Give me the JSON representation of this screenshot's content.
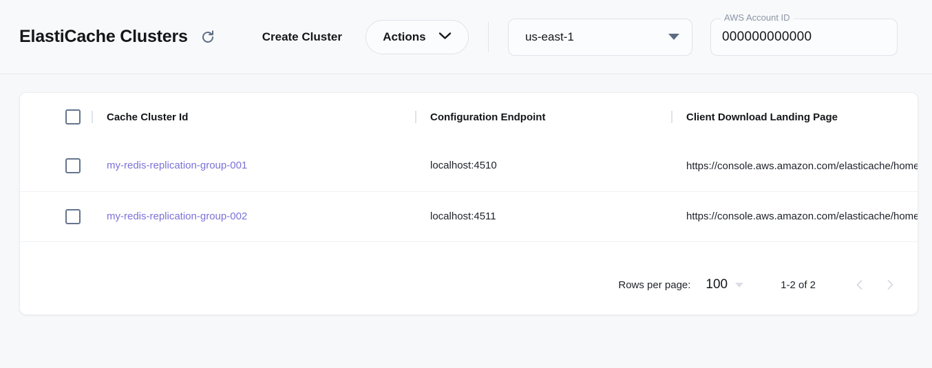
{
  "header": {
    "title": "ElastiCache Clusters",
    "refresh_icon": "refresh-icon",
    "create_cluster_label": "Create Cluster",
    "actions_label": "Actions",
    "actions_caret_icon": "chevron-down-icon",
    "region": {
      "value": "us-east-1",
      "caret_icon": "triangle-down-icon"
    },
    "account": {
      "label": "AWS Account ID",
      "value": "000000000000"
    }
  },
  "table": {
    "columns": [
      {
        "key": "select",
        "label": ""
      },
      {
        "key": "cluster_id",
        "label": "Cache Cluster Id"
      },
      {
        "key": "configuration_endpoint",
        "label": "Configuration Endpoint"
      },
      {
        "key": "client_download_landing_page",
        "label": "Client Download Landing Page"
      }
    ],
    "rows": [
      {
        "cluster_id": "my-redis-replication-group-001",
        "configuration_endpoint": "localhost:4510",
        "client_download_landing_page": "https://console.aws.amazon.com/elasticache/home#client-download:"
      },
      {
        "cluster_id": "my-redis-replication-group-002",
        "configuration_endpoint": "localhost:4511",
        "client_download_landing_page": "https://console.aws.amazon.com/elasticache/home#client-download:"
      }
    ]
  },
  "pagination": {
    "rows_per_page_label": "Rows per page:",
    "rows_per_page_value": "100",
    "range_label": "1-2 of 2",
    "prev_icon": "chevron-left-icon",
    "next_icon": "chevron-right-icon"
  },
  "colors": {
    "page_background": "#f7f8fa",
    "card_background": "#ffffff",
    "link": "#7a72d8",
    "text": "#14161a",
    "muted": "#8c96a5",
    "icon_slate": "#5b6b82",
    "divider": "#e4e7ec"
  }
}
